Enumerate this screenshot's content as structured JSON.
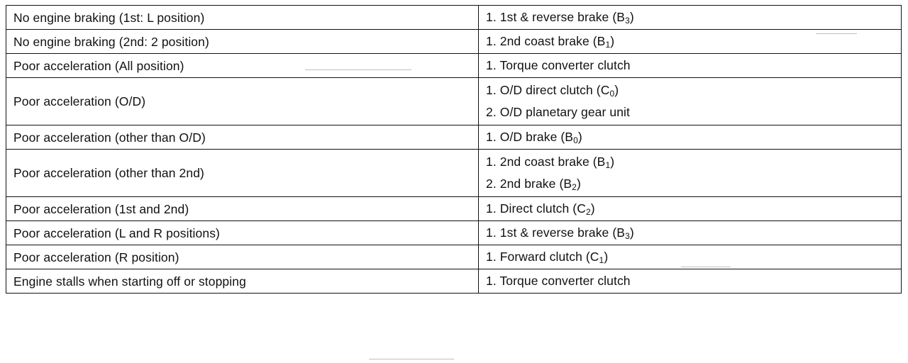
{
  "rows": [
    {
      "symptom": "No engine braking (1st: L position)",
      "parts": [
        {
          "text": "1. 1st & reverse brake (B",
          "sub": "3",
          "tail": ")"
        }
      ]
    },
    {
      "symptom": "No engine braking (2nd: 2 position)",
      "parts": [
        {
          "text": "1. 2nd coast brake (B",
          "sub": "1",
          "tail": ")"
        }
      ]
    },
    {
      "symptom": "Poor acceleration (All position)",
      "parts": [
        {
          "text": "1. Torque converter clutch",
          "sub": "",
          "tail": ""
        }
      ]
    },
    {
      "symptom": "Poor acceleration (O/D)",
      "parts": [
        {
          "text": "1. O/D direct clutch (C",
          "sub": "0",
          "tail": ")"
        },
        {
          "text": "2. O/D planetary gear unit",
          "sub": "",
          "tail": ""
        }
      ]
    },
    {
      "symptom": "Poor acceleration (other than O/D)",
      "parts": [
        {
          "text": "1. O/D brake (B",
          "sub": "0",
          "tail": ")"
        }
      ]
    },
    {
      "symptom": "Poor acceleration (other than 2nd)",
      "parts": [
        {
          "text": "1. 2nd coast brake (B",
          "sub": "1",
          "tail": ")"
        },
        {
          "text": "2. 2nd brake (B",
          "sub": "2",
          "tail": ")"
        }
      ]
    },
    {
      "symptom": "Poor acceleration (1st and 2nd)",
      "parts": [
        {
          "text": "1. Direct clutch (C",
          "sub": "2",
          "tail": ")"
        }
      ]
    },
    {
      "symptom": "Poor acceleration (L and R positions)",
      "parts": [
        {
          "text": "1. 1st & reverse brake (B",
          "sub": "3",
          "tail": ")"
        }
      ]
    },
    {
      "symptom": "Poor acceleration (R position)",
      "parts": [
        {
          "text": "1. Forward clutch (C",
          "sub": "1",
          "tail": ")"
        }
      ]
    },
    {
      "symptom": "Engine stalls when starting off or stopping",
      "parts": [
        {
          "text": "1. Torque converter clutch",
          "sub": "",
          "tail": ""
        }
      ]
    }
  ]
}
